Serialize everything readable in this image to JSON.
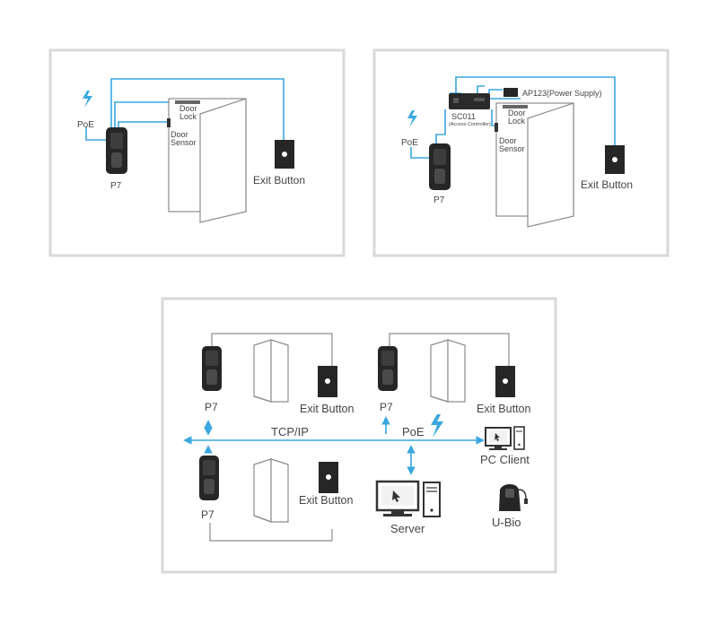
{
  "colors": {
    "network_line": "#3aa7df",
    "wire_line": "#8c8c8c",
    "panel_border": "#d9d9d9",
    "device_body": "#262626"
  },
  "icons": {
    "poe": "lightning-bolt-icon",
    "reader": "fingerprint-reader-icon",
    "exit_button": "exit-button-icon",
    "door": "door-icon",
    "server": "server-computer-icon",
    "pc_client": "pc-client-icon",
    "usb_scanner": "fingerprint-scanner-icon"
  },
  "panel_standalone": {
    "poe": "PoE",
    "door_lock": [
      "Door",
      "Lock"
    ],
    "door_sensor": [
      "Door",
      "Sensor"
    ],
    "reader": "P7",
    "exit_button": "Exit Button"
  },
  "panel_controller": {
    "poe": "PoE",
    "power_supply": "AP123(Power Supply)",
    "controller": "SC011",
    "controller_sub": "(Access Controller)",
    "door_lock": [
      "Door",
      "Lock"
    ],
    "door_sensor": [
      "Door",
      "Sensor"
    ],
    "reader": "P7",
    "exit_button": "Exit Button"
  },
  "panel_network": {
    "units": [
      {
        "reader": "P7",
        "exit_button": "Exit Button"
      },
      {
        "reader": "P7",
        "exit_button": "Exit Button"
      },
      {
        "reader": "P7",
        "exit_button": "Exit Button"
      }
    ],
    "network_label": "TCP/IP",
    "poe": "PoE",
    "server": "Server",
    "pc_client": "PC Client",
    "usb_scanner": "U-Bio"
  }
}
